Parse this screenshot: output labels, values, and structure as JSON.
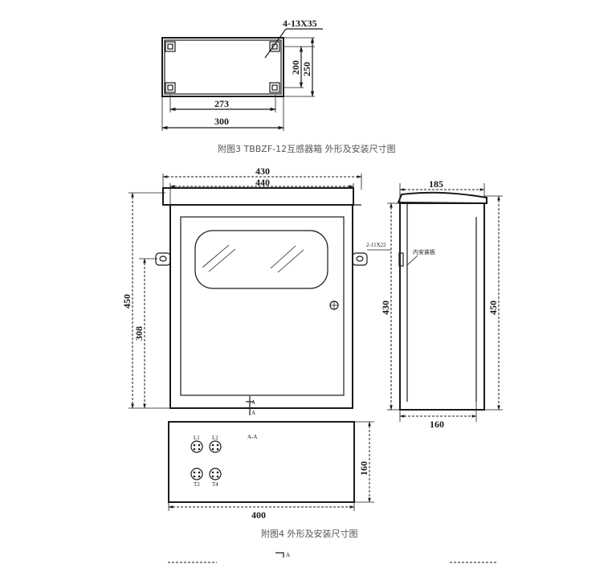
{
  "fig3": {
    "caption": "附图3 TBBZF-12互感器箱 外形及安装尺寸图",
    "hole_label": "4-13X35",
    "dim_inner_width": "273",
    "dim_outer_width": "300",
    "dim_inner_height": "200",
    "dim_outer_height": "250"
  },
  "fig4": {
    "caption": "附图4 外形及安装尺寸图",
    "dim_body_width": "430",
    "dim_roof_width": "440",
    "dim_total_height": "450",
    "dim_mount_height": "308",
    "mount_hole_label": "2-11X22",
    "side_depth_top": "185",
    "side_depth_bottom": "160",
    "side_body_height": "430",
    "side_total_height": "450",
    "side_plate_label": "内安装板",
    "section_marker": "A",
    "section_label": "A-A",
    "bottom_width": "400",
    "bottom_depth": "160",
    "terminals": [
      "L1",
      "L2",
      "T2",
      "T4"
    ],
    "bottom_marker": "A"
  }
}
